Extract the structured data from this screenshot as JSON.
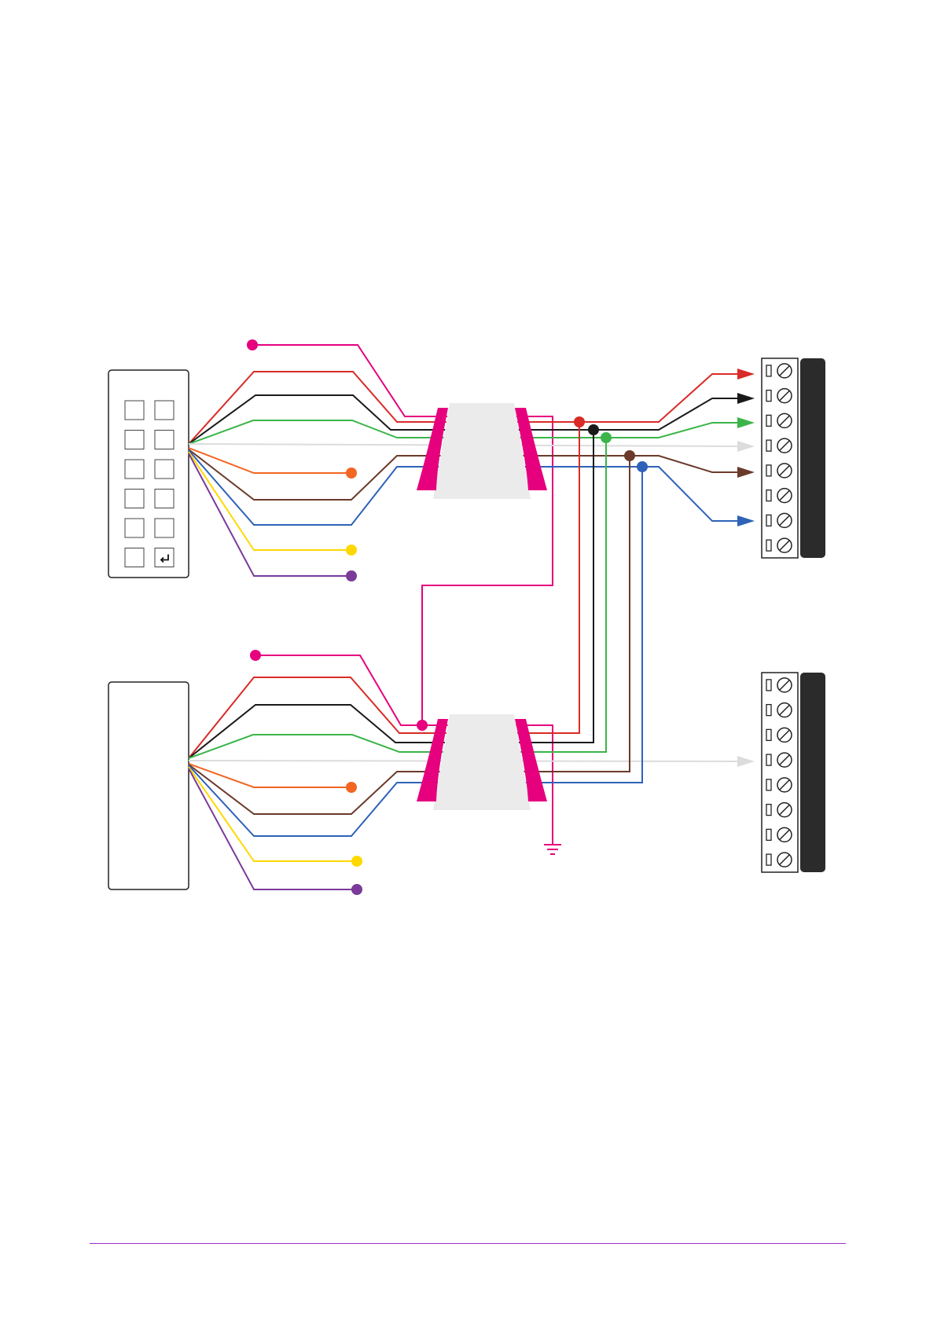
{
  "colors": {
    "pink": "#e6007e",
    "red": "#d92b27",
    "black": "#1a1a1a",
    "green": "#3bb54a",
    "lightgray": "#dcdcdc",
    "orange": "#f26522",
    "brown": "#6b3a2a",
    "blue": "#2e62b8",
    "yellow": "#ffd800",
    "purple": "#7a3b99",
    "panel_dark": "#2b2b2b",
    "ferrite_fill": "#ebebeb",
    "rule": "#9b2fc9"
  },
  "devices": {
    "top_keypad": {
      "rows": 6,
      "cols": 2,
      "last_key_icon": "enter-icon"
    },
    "bottom_reader": {},
    "top_terminal_block": {
      "terminals": 8
    },
    "bottom_terminal_block": {
      "terminals": 8
    },
    "ground_symbol": {
      "icon": "ground-icon"
    }
  }
}
